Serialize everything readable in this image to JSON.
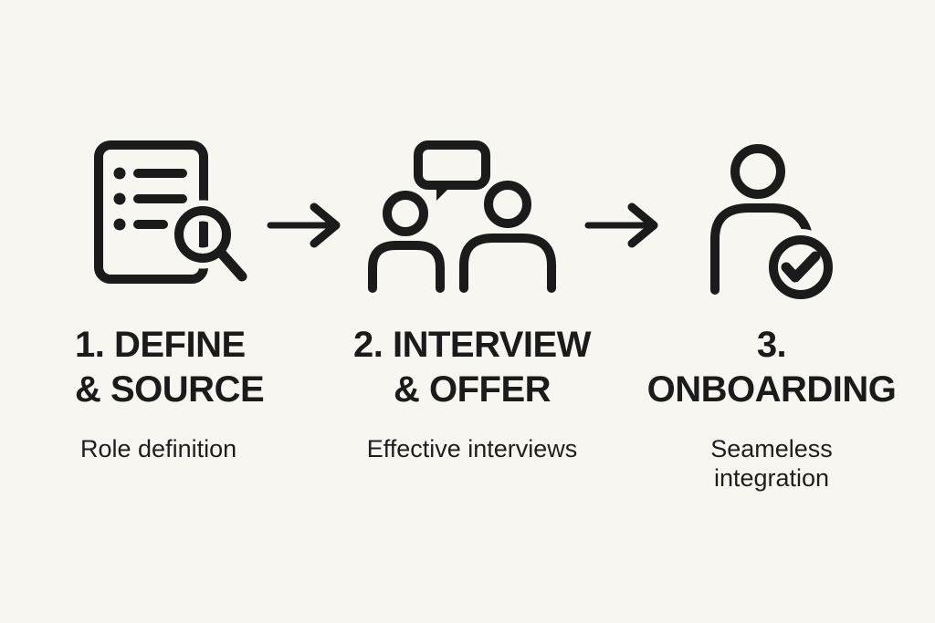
{
  "canvas": {
    "background_color": "#f8f6f1",
    "ink_color": "#1b1b1b"
  },
  "steps": [
    {
      "title": "1. DEFINE\n& SOURCE",
      "subtitle": "Role definition",
      "icon": "document-list-magnifier-icon"
    },
    {
      "title": "2. INTERVIEW\n& OFFER",
      "subtitle": "Effective interviews",
      "icon": "two-people-speech-bubble-icon"
    },
    {
      "title": "3.\nONBOARDING",
      "subtitle": "Seameless\nintegration",
      "icon": "person-checkmark-icon"
    }
  ],
  "connectors": [
    {
      "icon": "right-arrow-icon"
    },
    {
      "icon": "right-arrow-icon"
    }
  ]
}
